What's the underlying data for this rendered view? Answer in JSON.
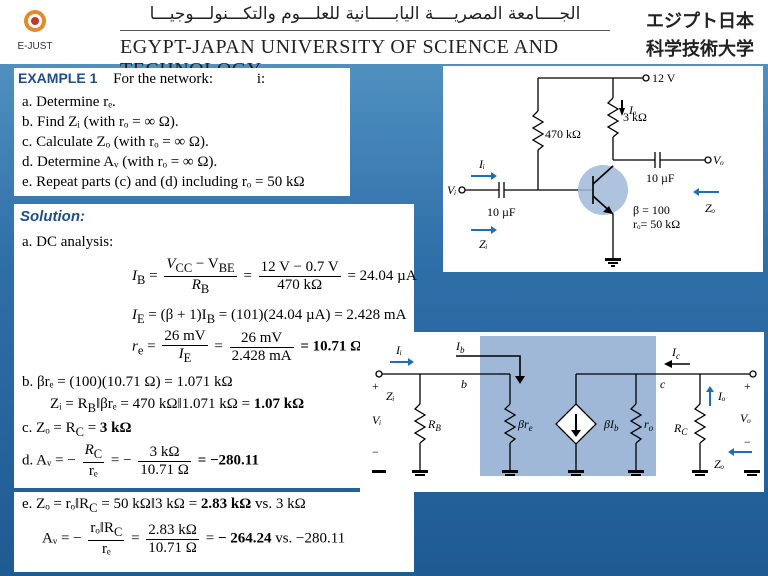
{
  "header": {
    "logo_text": "E-JUST",
    "arabic_title": "الجــــامعة المصريــــة اليابـــــانية للعلـــوم والتكـــنولـــوجيـــا",
    "english_title": "EGYPT-JAPAN UNIVERSITY OF SCIENCE AND TECHNOLOGY",
    "japanese_line1": "エジプト日本",
    "japanese_line2": "科学技術大学"
  },
  "example": {
    "label": "EXAMPLE 1",
    "intro": "For the network:",
    "intro_tail": "i:",
    "items": [
      "a.  Determine rₑ.",
      "b.  Find Zᵢ (with rₒ = ∞ Ω).",
      "c.  Calculate Zₒ (with rₒ = ∞ Ω).",
      "d.  Determine Aᵥ (with rₒ = ∞ Ω).",
      "e.  Repeat parts (c) and (d) including rₒ = 50 kΩ"
    ]
  },
  "circuit1": {
    "vcc": "12 V",
    "rc": "3 kΩ",
    "rb": "470 kΩ",
    "io": "Iₒ",
    "vo": "Vₒ",
    "c_out": "10 µF",
    "ii": "Iᵢ",
    "vi": "Vᵢ",
    "c_in": "10 µF",
    "zi": "Zᵢ",
    "beta": "β = 100",
    "ro": "rₒ= 50 kΩ",
    "zo": "Zₒ"
  },
  "solution": {
    "label": "Solution:",
    "a_label": "a.  DC analysis:",
    "ib_lhs": "I",
    "ib_sub": "B",
    "ib_num1": "V",
    "ib_num1_sub1": "CC",
    "ib_num1_mid": " − V",
    "ib_num1_sub2": "BE",
    "ib_den1": "R",
    "ib_den1_sub": "B",
    "ib_num2": "12 V − 0.7 V",
    "ib_den2": "470 kΩ",
    "ib_result": "= 24.04 µA",
    "ie_eq": "I",
    "ie_sub": "E",
    "ie_rest": " = (β + 1)I",
    "ie_sub2": "B",
    "ie_tail": " = (101)(24.04 µA) = 2.428 mA",
    "re_lhs": "r",
    "re_sub": "e",
    "re_num1": "26 mV",
    "re_den1": "I",
    "re_den1_sub": "E",
    "re_num2": "26 mV",
    "re_den2": "2.428 mA",
    "re_result": "= 10.71 Ω",
    "b_line1": "b.  βrₑ = (100)(10.71 Ω) = 1.071 kΩ",
    "b_line2_a": "Zᵢ = R",
    "b_line2_sub": "B",
    "b_line2_b": "‖βrₑ = 470 kΩ‖1.071 kΩ = ",
    "b_line2_bold": "1.07 kΩ",
    "c_line_a": "c.  Zₒ = R",
    "c_line_sub": "C",
    "c_line_b": " = ",
    "c_line_bold": "3 kΩ",
    "d_prefix": "d.  Aᵥ = −",
    "d_num1": "R",
    "d_num1_sub": "C",
    "d_den1": "rₑ",
    "d_mid": "= −",
    "d_num2": "3 kΩ",
    "d_den2": "10.71 Ω",
    "d_result": "= −280.11",
    "e_line1_a": "e.  Zₒ = rₒ‖R",
    "e_line1_sub": "C",
    "e_line1_b": " = 50 kΩ‖3 kΩ = ",
    "e_line1_bold": "2.83 kΩ",
    "e_line1_c": " vs. 3 kΩ",
    "e_av": "Aᵥ = −",
    "e_num1": "rₒ‖R",
    "e_num1_sub": "C",
    "e_den1": "rₑ",
    "e_eq": "=",
    "e_num2": "2.83 kΩ",
    "e_den2": "10.71 Ω",
    "e_result_a": "= ",
    "e_result_bold": "− 264.24",
    "e_result_b": " vs. −280.11"
  },
  "circuit2": {
    "ii": "Iᵢ",
    "ib": "I",
    "ib_sub": "b",
    "ic": "I",
    "ic_sub": "c",
    "node_b": "b",
    "node_c": "c",
    "plus_left": "+",
    "zi": "Zᵢ",
    "vi": "Vᵢ",
    "minus_left": "−",
    "rb": "R",
    "rb_sub": "B",
    "bre": "βr",
    "bre_sub": "e",
    "bib": "βI",
    "bib_sub": "b",
    "ro": "r",
    "ro_sub": "o",
    "rc": "R",
    "rc_sub": "C",
    "io": "Iₒ",
    "plus_right": "+",
    "vo": "Vₒ",
    "minus_right": "−",
    "zo": "Zₒ"
  },
  "colors": {
    "accent_blue": "#1f4e8c",
    "shade_blue": "#9fb8d8",
    "background_blue": "#2f6fa8"
  }
}
